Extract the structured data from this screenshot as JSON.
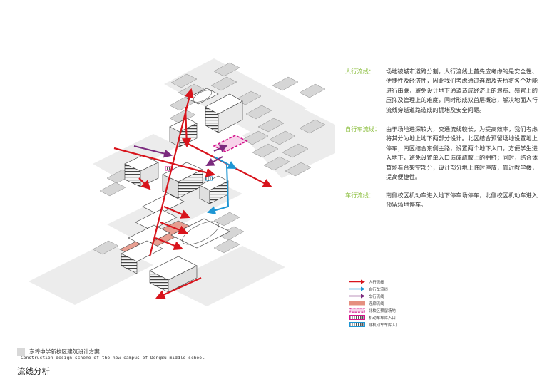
{
  "sections": {
    "pedestrian": {
      "label": "人行流线：",
      "text": "场地被城市道路分割，人行流线上首先应考虑的是安全性、便捷性及经济性，因此我们考虑通过连廊及天桥将各个功能进行串联，避免设计地下通道造成经济上的浪费、感官上的压抑及管理上的难度，同时形成双首层概念，解决地面人行流线穿越道路造成的拥堵及安全问题。"
    },
    "bicycle": {
      "label": "自行车流线：",
      "text": "由于场地进深较大，交通流线较长，为提高效率，我们考虑将其分为地上地下两部分设计。北区结合预留场地设置地上停车；南区结合东侧主路，设置两个地下入口，方便学生进入地下，避免设置单入口造成疏散上的拥挤；同时，结合体育场看台架空部分，设计部分地上临时停放，靠近教学楼，提高便捷性。"
    },
    "vehicle": {
      "label": "车行流线：",
      "text": "南侧校区机动车进入地下停车场停车，北侧校区机动车进入预留场地停车。"
    }
  },
  "legend": [
    {
      "label": "人行流线",
      "symbol": "arrow",
      "color": "#d8141c"
    },
    {
      "label": "自行车流线",
      "symbol": "arrow",
      "color": "#1e96d4"
    },
    {
      "label": "车行流线",
      "symbol": "arrow",
      "color": "#7b2a7e"
    },
    {
      "label": "连廊流线",
      "symbol": "fill",
      "color": "#e58f7f"
    },
    {
      "label": "北校区预留场地",
      "symbol": "dashed-box",
      "color": "#d4148c"
    },
    {
      "label": "机动车车库入口",
      "symbol": "hatch",
      "color": "#d4148c"
    },
    {
      "label": "非机动车车库入口",
      "symbol": "hatch",
      "color": "#1e96d4"
    }
  ],
  "footer": {
    "project_cn": "东埠中学新校区建筑设计方案",
    "project_en": "Construction design scheme of the new campus of DongBu middle school",
    "page_title": "流线分析"
  },
  "colors": {
    "pedestrian": "#d8141c",
    "bicycle": "#1e96d4",
    "vehicle": "#7b2a7e",
    "corridor": "#e58f7f",
    "reserve": "#d4148c",
    "label_green": "#8cbf3f"
  }
}
